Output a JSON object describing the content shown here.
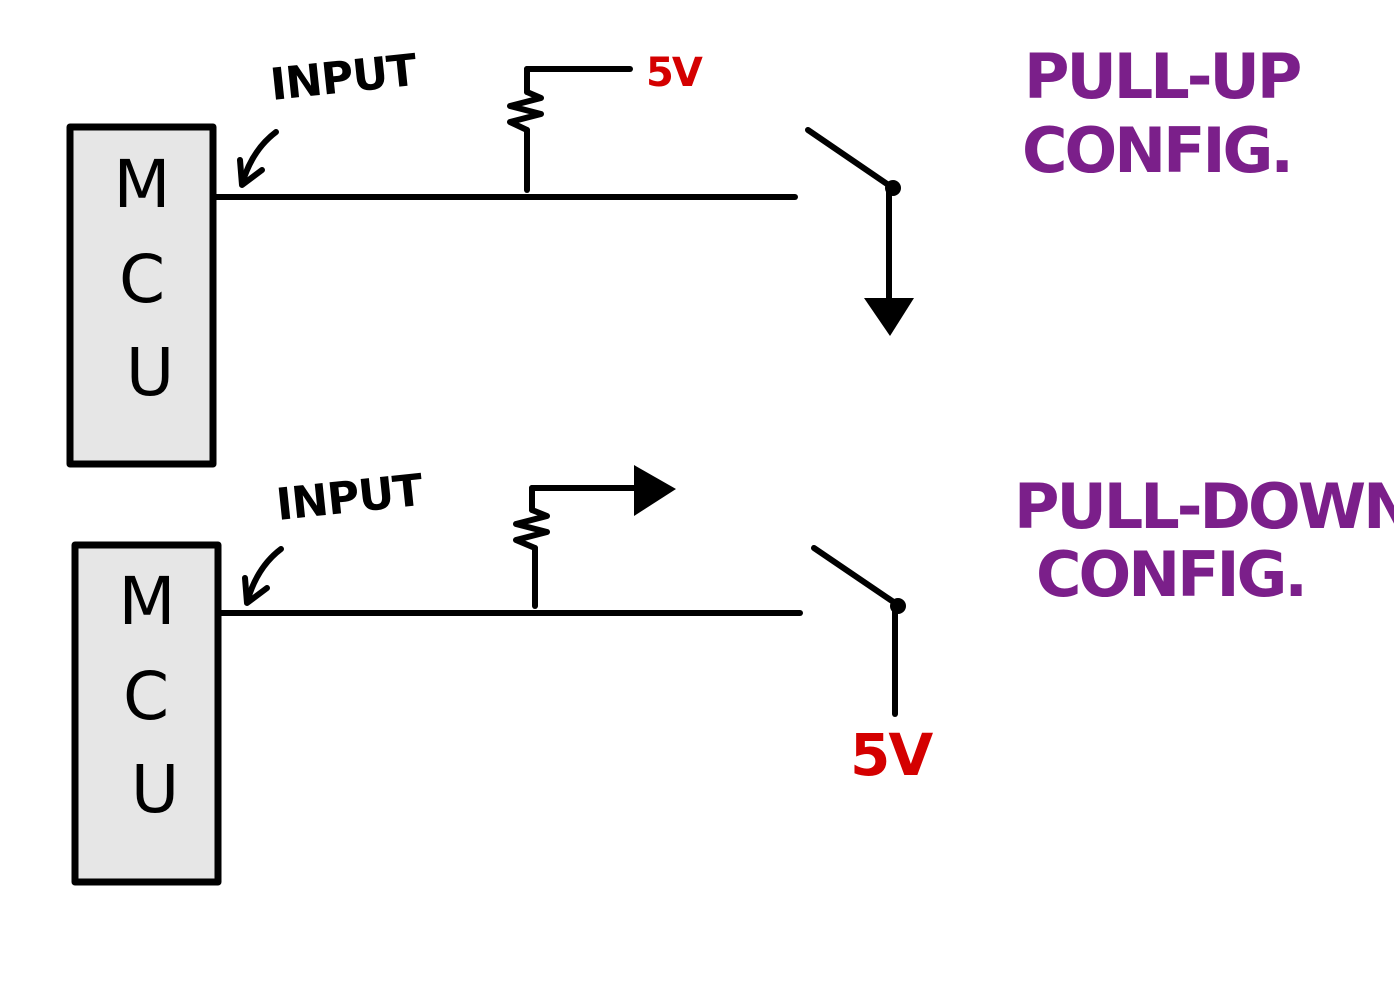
{
  "colors": {
    "ink": "#000000",
    "voltage": "#d40000",
    "config": "#7b1f8a",
    "mcu_fill": "#e6e6e6",
    "background": "#ffffff"
  },
  "pull_up": {
    "mcu_letters": [
      "M",
      "C",
      "U"
    ],
    "input_label": "INPUT",
    "resistor_supply_label": "5V",
    "title_line1": "PULL-UP",
    "title_line2": "CONFIG.",
    "switch_terminal_icon": "ground-arrow-icon"
  },
  "pull_down": {
    "mcu_letters": [
      "M",
      "C",
      "U"
    ],
    "input_label": "INPUT",
    "switch_supply_label": "5V",
    "title_line1": "PULL-DOWN",
    "title_line2": "CONFIG.",
    "resistor_terminal_icon": "ground-arrow-icon"
  }
}
